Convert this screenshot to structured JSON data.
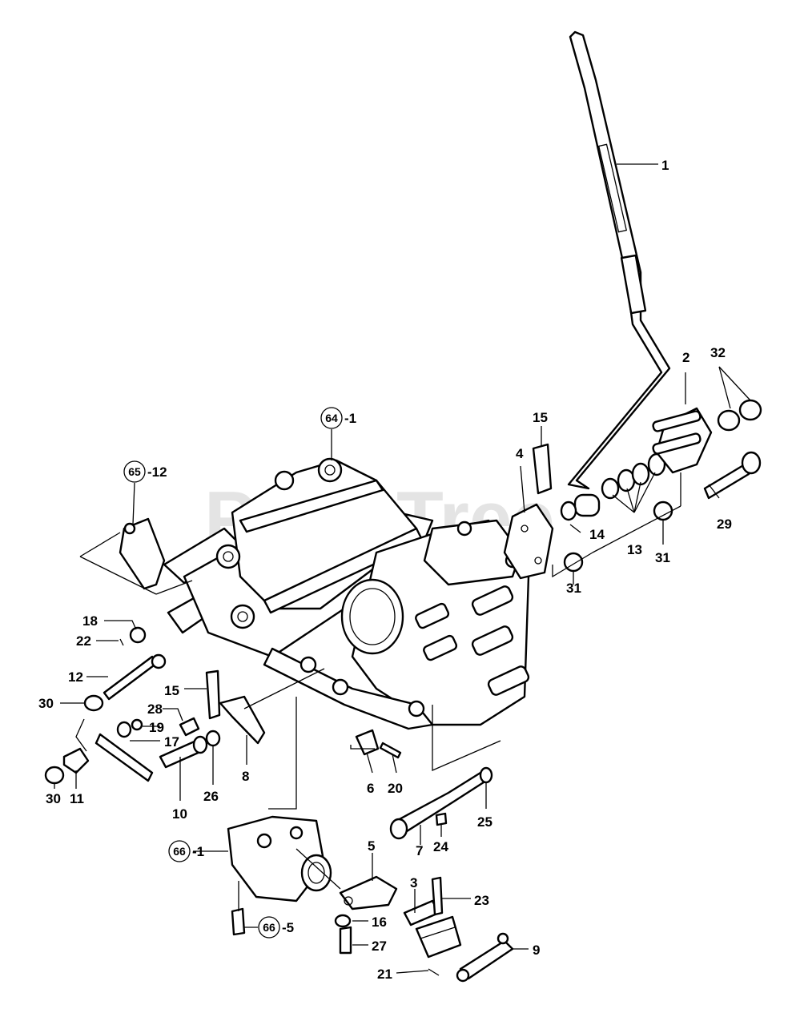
{
  "watermark": "PartsTree",
  "colors": {
    "line": "#000000",
    "background": "#ffffff",
    "watermark": "#cfcfcf"
  },
  "callouts": {
    "c64_num": "64",
    "c64_sfx": "-1",
    "c65_num": "65",
    "c65_sfx": "-12",
    "c66a_num": "66",
    "c66a_sfx": "-1",
    "c66b_num": "66",
    "c66b_sfx": "-5"
  },
  "labels": {
    "p1": "1",
    "p2": "2",
    "p3": "3",
    "p4": "4",
    "p5": "5",
    "p6": "6",
    "p7": "7",
    "p8": "8",
    "p9": "9",
    "p10": "10",
    "p11": "11",
    "p12": "12",
    "p13": "13",
    "p14": "14",
    "p15a": "15",
    "p15b": "15",
    "p16": "16",
    "p17": "17",
    "p18": "18",
    "p19": "19",
    "p20": "20",
    "p21": "21",
    "p22": "22",
    "p23": "23",
    "p24": "24",
    "p25": "25",
    "p26": "26",
    "p27": "27",
    "p28": "28",
    "p29": "29",
    "p30a": "30",
    "p30b": "30",
    "p31a": "31",
    "p31b": "31",
    "p32": "32"
  }
}
